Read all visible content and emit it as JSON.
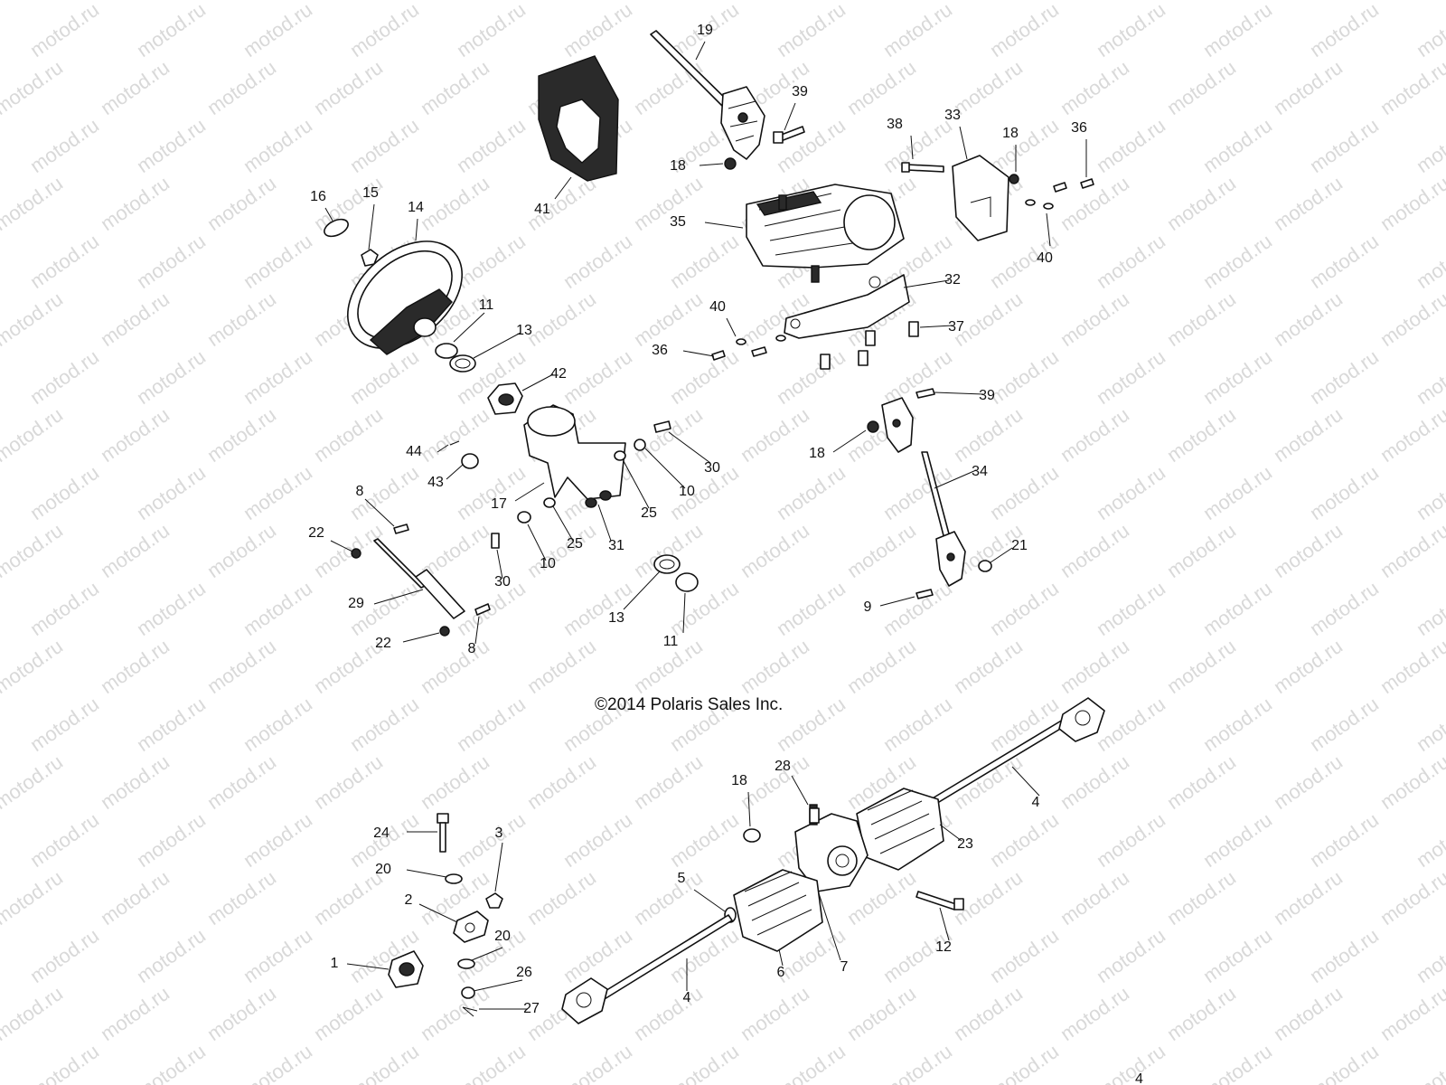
{
  "watermark": "motod.ru",
  "copyright": "©2014 Polaris Sales Inc.",
  "page_number": "4",
  "callouts": [
    {
      "id": "c19",
      "label": "19"
    },
    {
      "id": "c39a",
      "label": "39"
    },
    {
      "id": "c18a",
      "label": "18"
    },
    {
      "id": "c41",
      "label": "41"
    },
    {
      "id": "c38",
      "label": "38"
    },
    {
      "id": "c33",
      "label": "33"
    },
    {
      "id": "c18b",
      "label": "18"
    },
    {
      "id": "c36a",
      "label": "36"
    },
    {
      "id": "c40a",
      "label": "40"
    },
    {
      "id": "c35",
      "label": "35"
    },
    {
      "id": "c32",
      "label": "32"
    },
    {
      "id": "c16",
      "label": "16"
    },
    {
      "id": "c15",
      "label": "15"
    },
    {
      "id": "c14",
      "label": "14"
    },
    {
      "id": "c11a",
      "label": "11"
    },
    {
      "id": "c13a",
      "label": "13"
    },
    {
      "id": "c40b",
      "label": "40"
    },
    {
      "id": "c36b",
      "label": "36"
    },
    {
      "id": "c37",
      "label": "37"
    },
    {
      "id": "c42",
      "label": "42"
    },
    {
      "id": "c39b",
      "label": "39"
    },
    {
      "id": "c18c",
      "label": "18"
    },
    {
      "id": "c34",
      "label": "34"
    },
    {
      "id": "c44",
      "label": "44"
    },
    {
      "id": "c43",
      "label": "43"
    },
    {
      "id": "c17",
      "label": "17"
    },
    {
      "id": "c30a",
      "label": "30"
    },
    {
      "id": "c10a",
      "label": "10"
    },
    {
      "id": "c25a",
      "label": "25"
    },
    {
      "id": "c8a",
      "label": "8"
    },
    {
      "id": "c22a",
      "label": "22"
    },
    {
      "id": "c25b",
      "label": "25"
    },
    {
      "id": "c31",
      "label": "31"
    },
    {
      "id": "c10b",
      "label": "10"
    },
    {
      "id": "c30b",
      "label": "30"
    },
    {
      "id": "c21",
      "label": "21"
    },
    {
      "id": "c9",
      "label": "9"
    },
    {
      "id": "c29",
      "label": "29"
    },
    {
      "id": "c13b",
      "label": "13"
    },
    {
      "id": "c11b",
      "label": "11"
    },
    {
      "id": "c22b",
      "label": "22"
    },
    {
      "id": "c8b",
      "label": "8"
    },
    {
      "id": "c28",
      "label": "28"
    },
    {
      "id": "c18d",
      "label": "18"
    },
    {
      "id": "c4a",
      "label": "4"
    },
    {
      "id": "c24",
      "label": "24"
    },
    {
      "id": "c3",
      "label": "3"
    },
    {
      "id": "c23",
      "label": "23"
    },
    {
      "id": "c20a",
      "label": "20"
    },
    {
      "id": "c5",
      "label": "5"
    },
    {
      "id": "c2",
      "label": "2"
    },
    {
      "id": "c12",
      "label": "12"
    },
    {
      "id": "c20b",
      "label": "20"
    },
    {
      "id": "c1",
      "label": "1"
    },
    {
      "id": "c26",
      "label": "26"
    },
    {
      "id": "c7",
      "label": "7"
    },
    {
      "id": "c6",
      "label": "6"
    },
    {
      "id": "c4b",
      "label": "4"
    },
    {
      "id": "c27",
      "label": "27"
    }
  ]
}
